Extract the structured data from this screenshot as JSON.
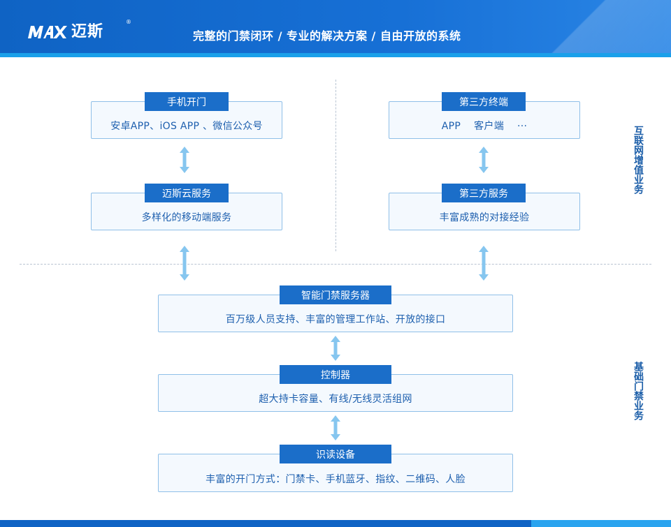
{
  "header": {
    "logo_text": "迈斯",
    "logo_reg": "®",
    "tagline": "完整的门禁闭环  / 专业的解决方案  / 自由开放的系统"
  },
  "side_labels": {
    "top": "互联网增值业务",
    "bottom": "基础门禁业务"
  },
  "nodes": {
    "mobile": {
      "title": "手机开门",
      "desc": "安卓APP、iOS APP 、微信公众号"
    },
    "cloud": {
      "title": "迈斯云服务",
      "desc": "多样化的移动端服务"
    },
    "third_terminal": {
      "title": "第三方终端",
      "desc": "APP    客户端    ···"
    },
    "third_service": {
      "title": "第三方服务",
      "desc": "丰富成熟的对接经验"
    },
    "server": {
      "title": "智能门禁服务器",
      "desc": "百万级人员支持、丰富的管理工作站、开放的接口"
    },
    "controller": {
      "title": "控制器",
      "desc": "超大持卡容量、有线/无线灵活组网"
    },
    "reader": {
      "title": "识读设备",
      "desc": "丰富的开门方式：门禁卡、手机蓝牙、指纹、二维码、人脸"
    }
  },
  "colors": {
    "header_bg": "#0f63c4",
    "accent_stripe": "#1aa0ea",
    "label_bg": "#1b6ec9",
    "box_border": "#8fbfe8",
    "arrow": "#86c6ef"
  }
}
